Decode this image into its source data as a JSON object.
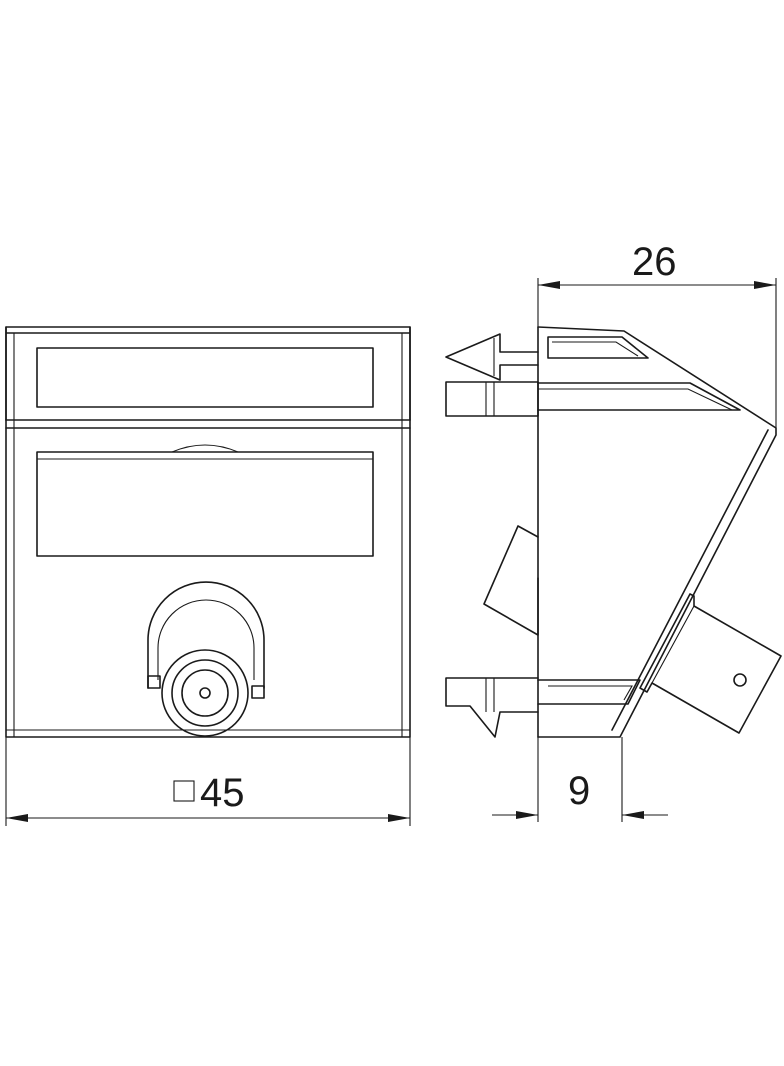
{
  "dimensions": {
    "width_label": "45",
    "width_symbol": "square",
    "depth_label": "26",
    "offset_label": "9"
  },
  "colors": {
    "line": "#1a1a1a",
    "background": "#ffffff"
  }
}
